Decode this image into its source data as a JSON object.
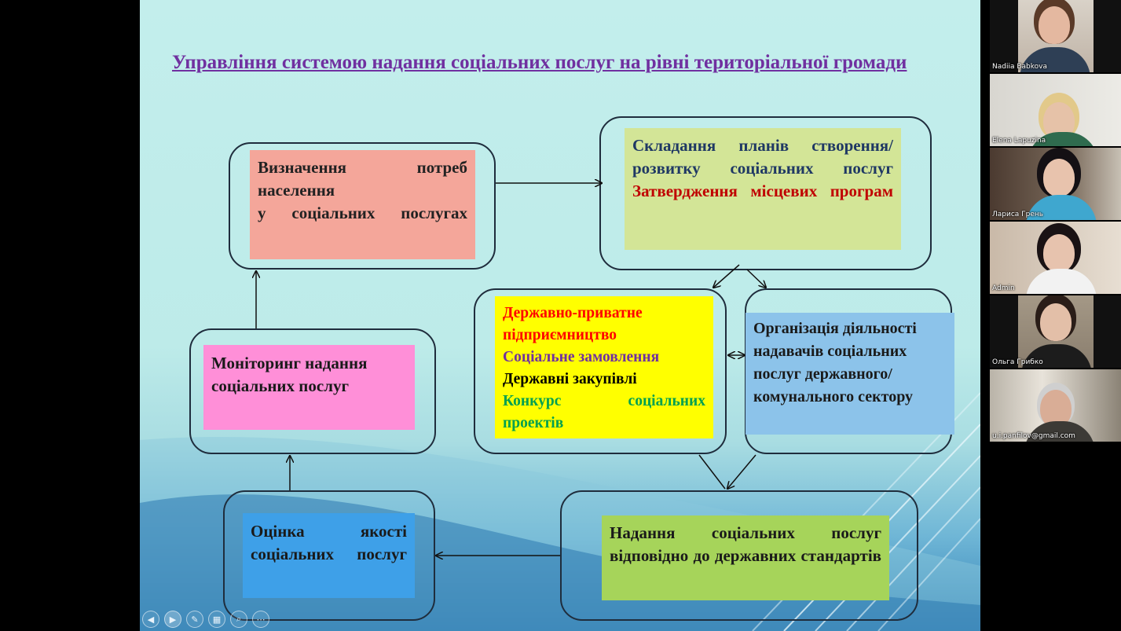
{
  "slide": {
    "title": "Управління системою надання соціальних послуг на рівні територіальної громади",
    "boxes": {
      "needs": {
        "lines": [
          "Визначення потреб населення",
          "у соціальних послугах"
        ]
      },
      "plans": {
        "line1": "Складання планів створення/розвитку соціальних послуг",
        "line2": "Затвердження місцевих програм"
      },
      "mechanisms": {
        "line1": "Державно-приватне підприємництво",
        "line2": "Соціальне замовлення",
        "line3": "Державні закупівлі",
        "line4": "Конкурс соціальних проектів"
      },
      "organization": {
        "text": "Організація діяльності надавачів соціальних послуг державного/ комунального сектору"
      },
      "monitoring": {
        "text": "Моніторинг надання соціальних послуг"
      },
      "quality": {
        "text": "Оцінка якості соціальних послуг"
      },
      "provision": {
        "text": "Надання соціальних послуг відповідно до державних стандартів"
      }
    },
    "colors": {
      "title": "#7030a0",
      "needs_bg": "#f4a69a",
      "plans_bg": "#d3e597",
      "plans_line1": "#1f3864",
      "plans_line2": "#c00000",
      "mechanisms_bg": "#ffff00",
      "mech_line1": "#ff0000",
      "mech_line2": "#7030a0",
      "mech_line3": "#000000",
      "mech_line4": "#00a050",
      "organization_bg": "#8cc3ea",
      "monitoring_bg": "#ff8fd8",
      "quality_bg": "#3ea0e8",
      "provision_bg": "#a6d45a"
    },
    "controls": [
      {
        "icon": "previous-icon",
        "glyph": "◀"
      },
      {
        "icon": "next-icon",
        "glyph": "▶"
      },
      {
        "icon": "pen-icon",
        "glyph": "✎"
      },
      {
        "icon": "slides-icon",
        "glyph": "▦"
      },
      {
        "icon": "zoom-icon",
        "glyph": "⌕"
      },
      {
        "icon": "more-icon",
        "glyph": "⋯"
      }
    ]
  },
  "participants": [
    {
      "name": "Nadiia Babkova"
    },
    {
      "name": "Elena Lapuzina"
    },
    {
      "name": "Лариса Грень"
    },
    {
      "name": "Admin"
    },
    {
      "name": "Ольга Грибко"
    },
    {
      "name": "u.i.panfilov@gmail.com"
    }
  ]
}
